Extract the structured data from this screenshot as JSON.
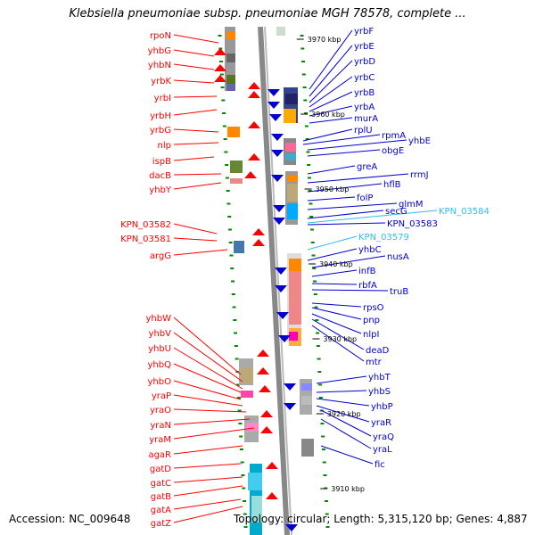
{
  "title": "Klebsiella pneumoniae subsp. pneumoniae MGH 78578, complete ...",
  "accession": "Accession: NC_009648",
  "topology": "Topology: circular; Length: 5,315,120 bp; Genes: 4,887",
  "colors": {
    "forward_gene": "#ff0000",
    "reverse_gene": "#0000cc",
    "highlight_label": "#33bbee",
    "axis_line": "#888888",
    "tick_mark": "#008800"
  },
  "scale_labels": [
    "3970 kbp",
    "3960 kbp",
    "3950 kbp",
    "3940 kbp",
    "3930 kbp",
    "3920 kbp",
    "3910 kbp"
  ],
  "left_genes": [
    "rpoN",
    "yhbG",
    "yhbN",
    "yrbK",
    "yrbI",
    "yrbH",
    "yrbG",
    "nlp",
    "ispB",
    "dacB",
    "yhbY",
    "KPN_03582",
    "KPN_03581",
    "argG",
    "yhbW",
    "yhbV",
    "yhbU",
    "yhbQ",
    "yhbO",
    "yraP",
    "yraO",
    "yraN",
    "yraM",
    "agaR",
    "gatD",
    "gatC",
    "gatB",
    "gatA",
    "gatZ"
  ],
  "right_genes": [
    "yrbF",
    "yrbE",
    "yrbD",
    "yrbC",
    "yrbB",
    "yrbA",
    "murA",
    "rplU",
    "rpmA",
    "yhbE",
    "obgE",
    "greA",
    "rrmJ",
    "hflB",
    "folP",
    "glmM",
    "secG",
    "KPN_03584",
    "KPN_03583",
    "KPN_03579",
    "yhbC",
    "nusA",
    "infB",
    "rbfA",
    "truB",
    "rpsO",
    "pnp",
    "nlpI",
    "deaD",
    "mtr",
    "yhbT",
    "yhbS",
    "yhbP",
    "yraR",
    "yraQ",
    "yraL",
    "fic"
  ],
  "highlighted_genes": [
    "KPN_03584",
    "KPN_03579"
  ]
}
